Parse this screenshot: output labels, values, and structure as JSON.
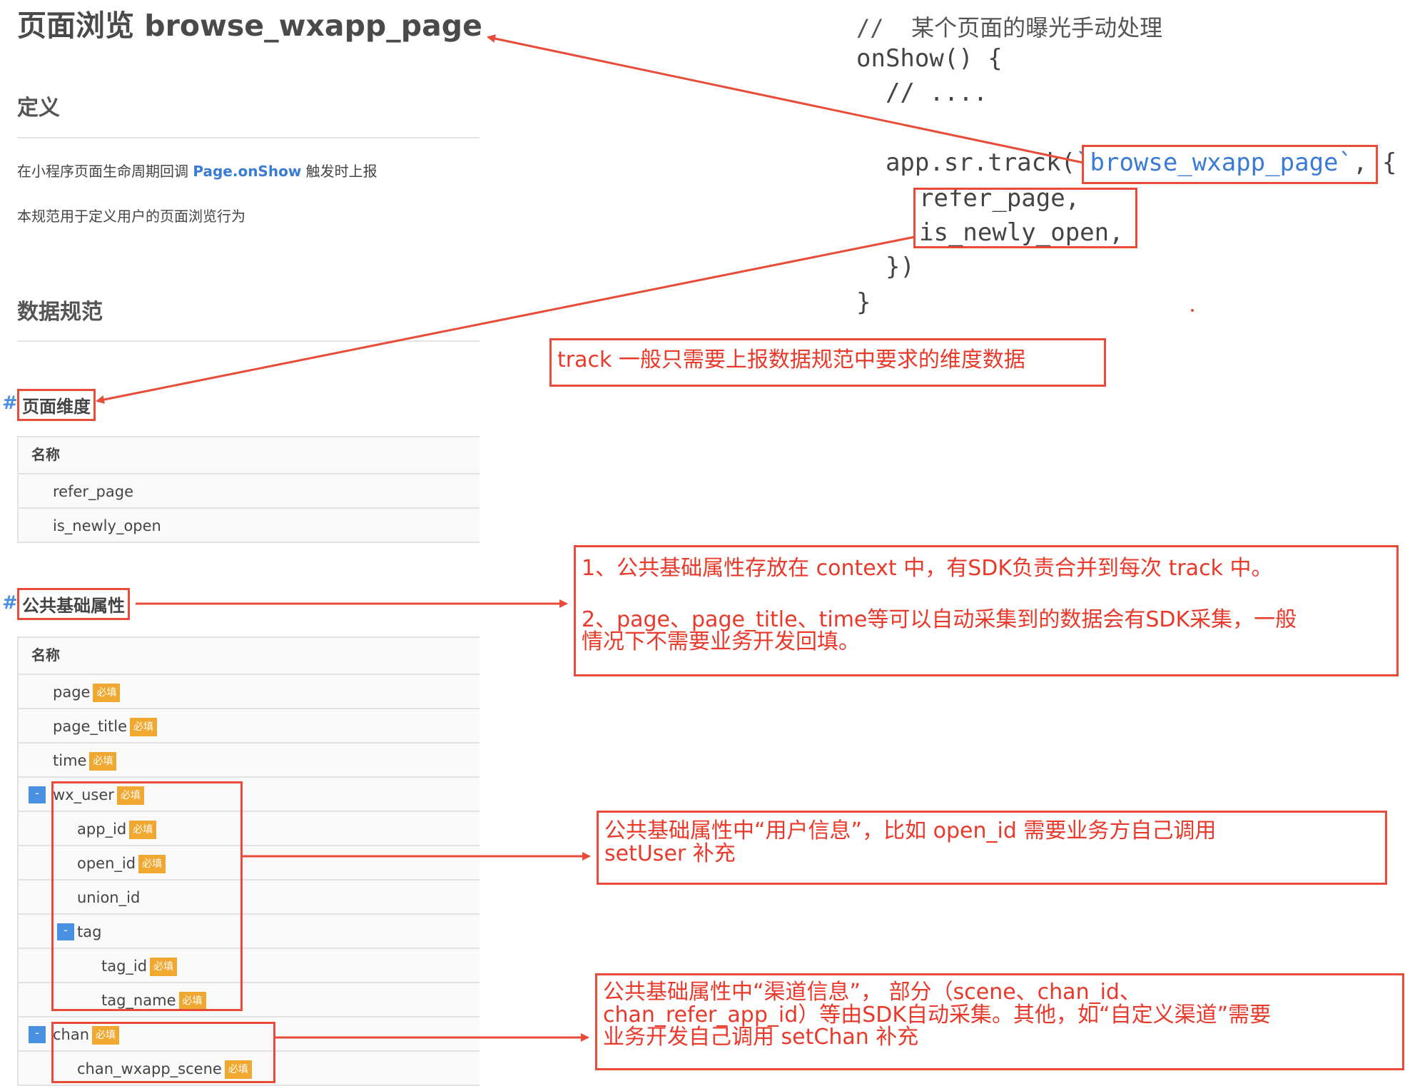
{
  "doc": {
    "title": "页面浏览 browse_wxapp_page",
    "definition_heading": "定义",
    "para1_pre": "在小程序页面生命周期回调 ",
    "para1_code": "Page.onShow",
    "para1_post": " 触发时上报",
    "para2": "本规范用于定义用户的页面浏览行为",
    "spec_heading": "数据规范",
    "hash": "#",
    "page_dims": {
      "heading": "页面维度",
      "header": "名称",
      "rows": [
        "refer_page",
        "is_newly_open"
      ]
    },
    "common": {
      "heading": "公共基础属性",
      "header": "名称",
      "required_badge": "必填",
      "toggle": "-",
      "rows": [
        "page",
        "page_title",
        "time",
        "wx_user",
        "app_id",
        "open_id",
        "union_id",
        "tag",
        "tag_id",
        "tag_name",
        "chan",
        "chan_wxapp_scene"
      ]
    }
  },
  "code": {
    "comment": "//  某个页面的曝光手动处理",
    "line_onshow": "onShow() {",
    "line_dots": "  // ....",
    "line_track_pre": "  app.sr.track(",
    "line_track_arg": "`browse_wxapp_page`",
    "line_track_post": ", {",
    "line_refer": "refer_page,",
    "line_newly": "is_newly_open,",
    "line_close1": "  })",
    "line_close2": "}"
  },
  "annotations": {
    "track": "track 一般只需要上报数据规范中要求的维度数据",
    "context_1": "1、公共基础属性存放在 context 中，有SDK负责合并到每次 track 中。",
    "context_2a": "2、page、page_title、time等可以自动采集到的数据会有SDK采集，一般",
    "context_2b": "情况下不需要业务开发回填。",
    "user_a": "公共基础属性中“用户信息”，比如 open_id 需要业务方自己调用",
    "user_b": "setUser 补充",
    "chan_a": "公共基础属性中“渠道信息”， 部分（scene、chan_id、",
    "chan_b": "chan_refer_app_id）等由SDK自动采集。其他，如“自定义渠道”需要",
    "chan_c": "业务开发自己调用 setChan 补充"
  },
  "colors": {
    "annotation_red": "#e84b38",
    "link_blue": "#3a7bd5",
    "badge_orange": "#f0a830",
    "toggle_blue": "#4a90e2"
  }
}
